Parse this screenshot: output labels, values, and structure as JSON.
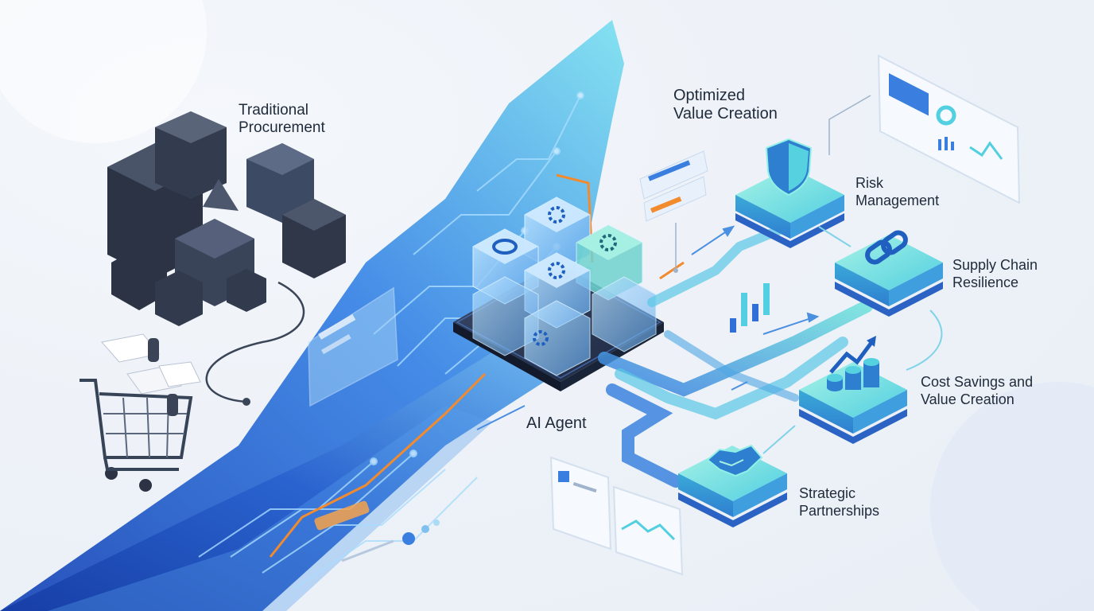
{
  "labels": {
    "traditional_procurement": {
      "line1": "Traditional",
      "line2": "Procurement"
    },
    "optimized_value_creation": {
      "line1": "Optimized",
      "line2": "Value Creation"
    },
    "risk_management": {
      "line1": "Risk",
      "line2": "Management"
    },
    "supply_chain_resilience": {
      "line1": "Supply Chain",
      "line2": "Resilience"
    },
    "cost_savings": {
      "line1": "Cost Savings and",
      "line2": "Value Creation"
    },
    "strategic_partnerships": {
      "line1": "Strategic",
      "line2": "Partnerships"
    },
    "ai_agent": "AI Agent"
  },
  "icons": {
    "risk": "shield-icon",
    "supply": "chain-link-icon",
    "cost": "growth-coins-icon",
    "partner": "handshake-icon",
    "agent": "gear-cube-icon",
    "cart": "shopping-cart-icon"
  },
  "colors": {
    "dark_cube": "#3b4558",
    "circuit_blue": "#2f6fd6",
    "teal_platform": "#6ee0d6",
    "accent_orange": "#f28a2e",
    "text": "#1f2a3a"
  }
}
